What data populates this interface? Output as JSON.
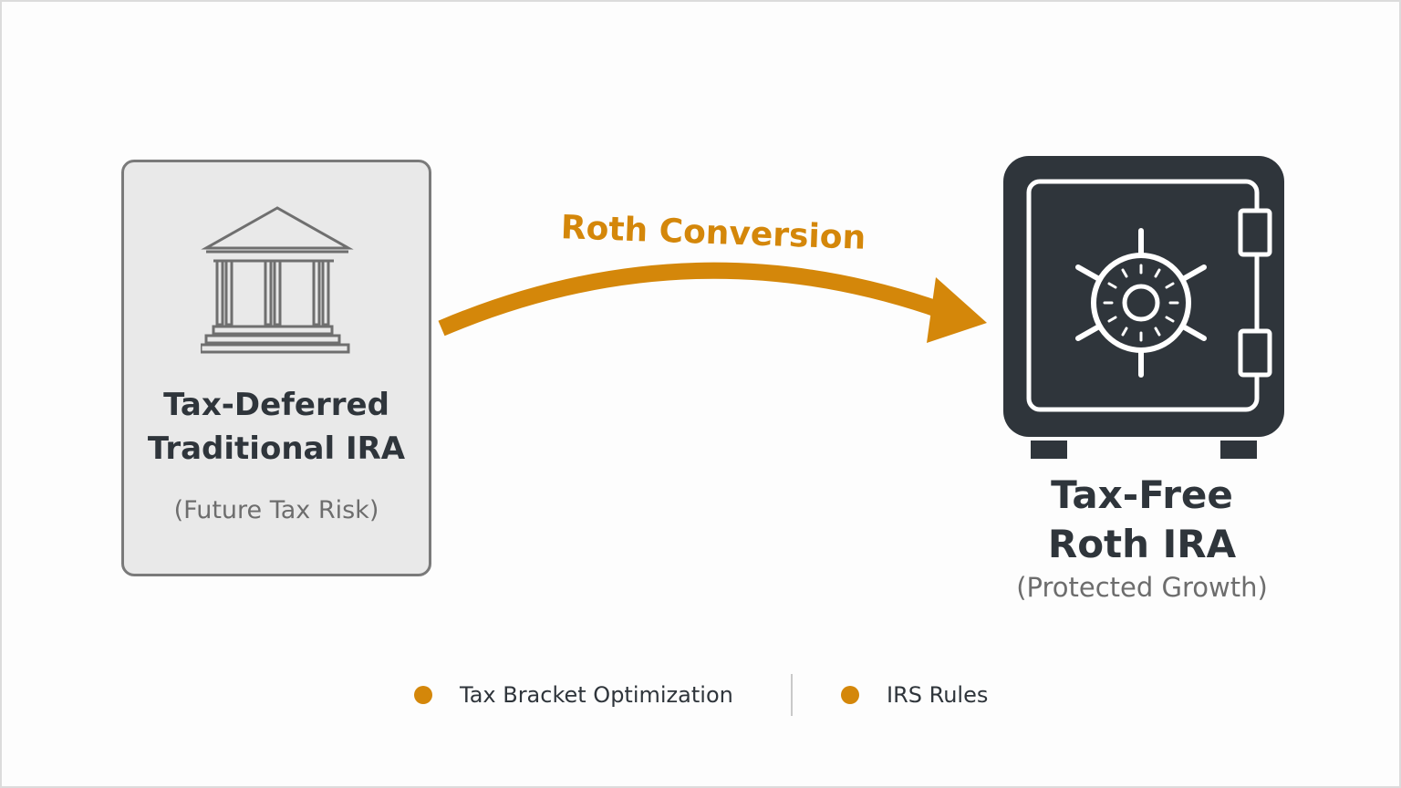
{
  "colors": {
    "accent": "#d4870a",
    "dark": "#2f353b",
    "card_fill": "#e9e9e9",
    "card_border": "#7a7a7a",
    "muted_text": "#6d6d6d"
  },
  "source": {
    "icon": "bank-building-icon",
    "title_line1": "Tax-Deferred",
    "title_line2": "Traditional IRA",
    "subtitle": "(Future Tax Risk)"
  },
  "flow": {
    "label": "Roth Conversion",
    "icon": "curved-arrow-right-icon"
  },
  "destination": {
    "icon": "safe-vault-icon",
    "title_line1": "Tax-Free",
    "title_line2": "Roth IRA",
    "subtitle": "(Protected Growth)"
  },
  "legend": {
    "items": [
      {
        "label": "Tax Bracket Optimization"
      },
      {
        "label": "IRS Rules"
      }
    ]
  }
}
